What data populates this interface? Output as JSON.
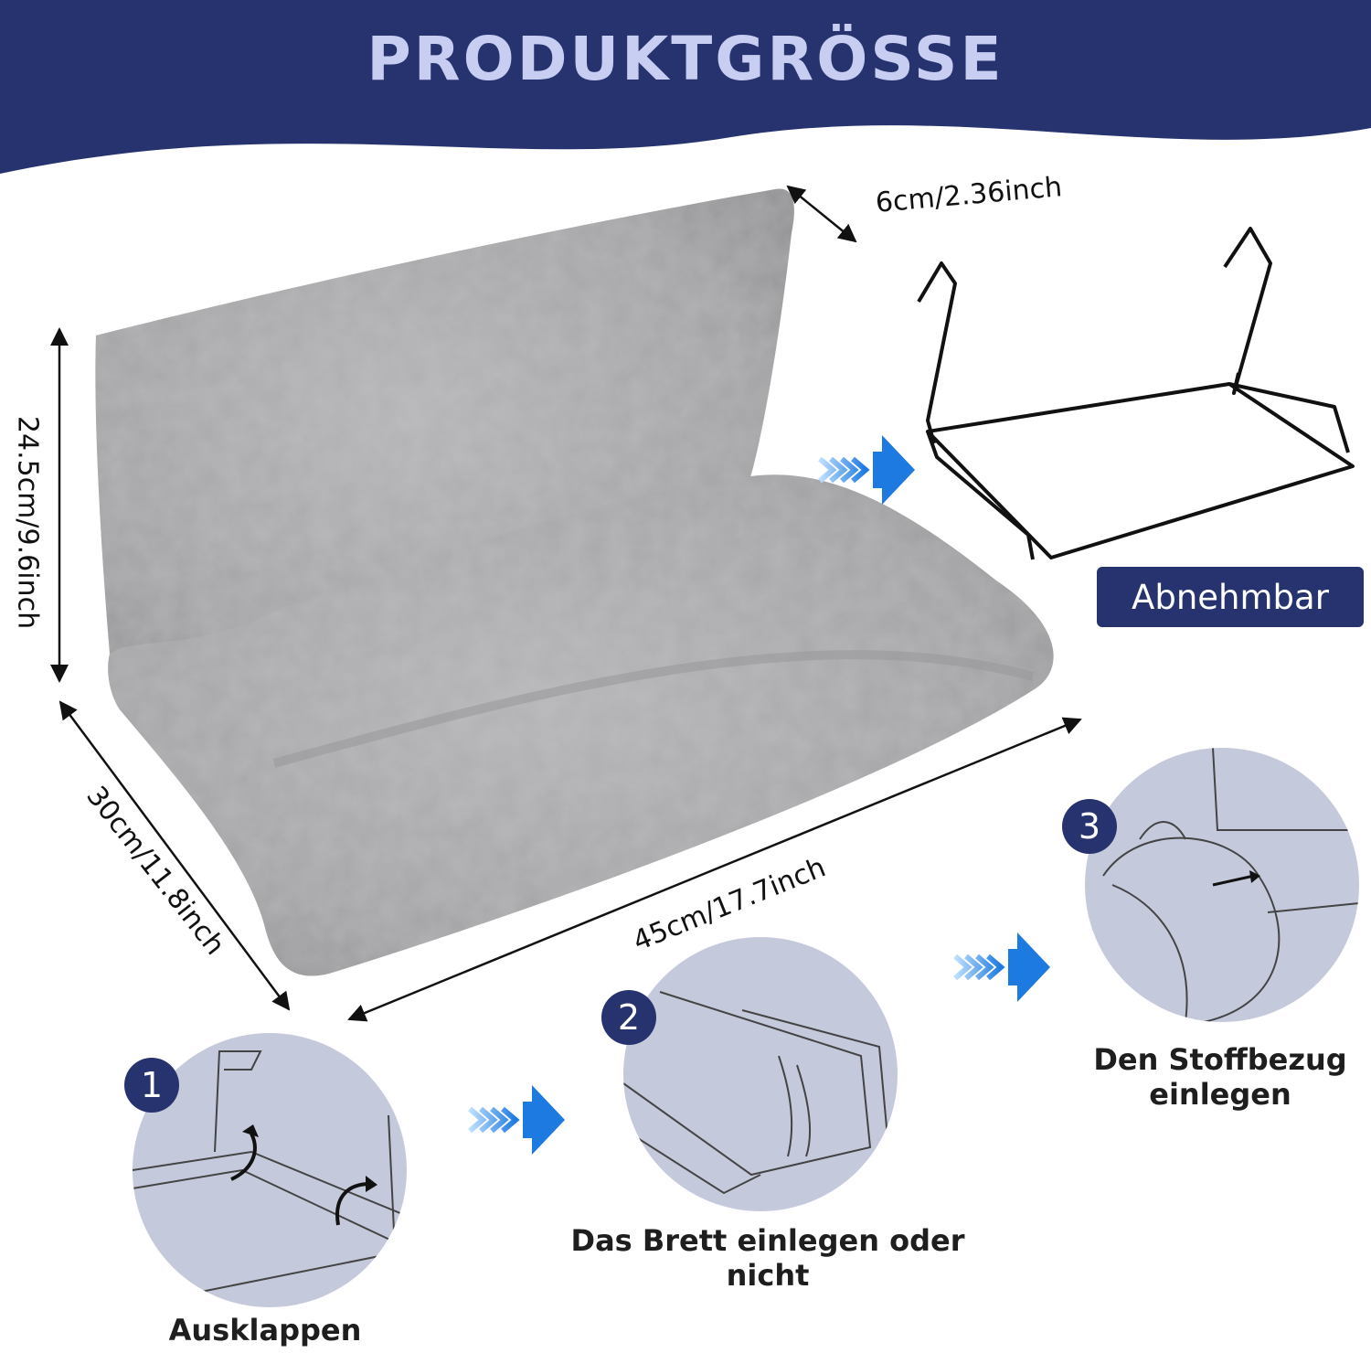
{
  "header": {
    "title": "PRODUKTGRÖSSE"
  },
  "dimensions": {
    "height": "24.5cm/9.6inch",
    "depth": "30cm/11.8inch",
    "width": "45cm/17.7inch",
    "hook": "6cm/2.36inch"
  },
  "frame": {
    "badge": "Abnehmbar"
  },
  "steps": [
    {
      "number": "1",
      "caption": "Ausklappen"
    },
    {
      "number": "2",
      "caption": "Das Brett einlegen oder nicht"
    },
    {
      "number": "3",
      "caption": "Den Stoffbezug einlegen"
    }
  ],
  "colors": {
    "navy": "#27336e",
    "title_text": "#c8cdf2",
    "plush": "#a9a9ab",
    "arrow_blue": "#1d7ae0"
  }
}
